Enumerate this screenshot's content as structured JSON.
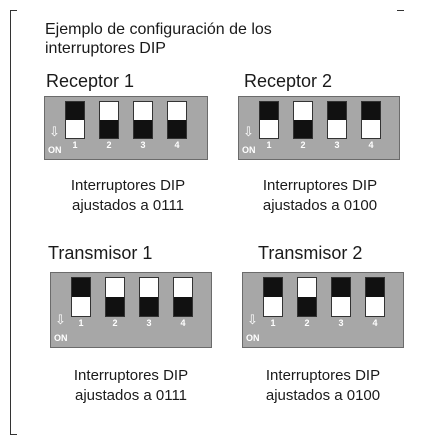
{
  "heading": {
    "line1": "Ejemplo de configuración de los",
    "line2": "interruptores DIP"
  },
  "panels": [
    {
      "title": "Receptor 1",
      "caption_line1": "Interruptores DIP",
      "caption_line2": "ajustados a 0111",
      "switches": [
        "up",
        "down",
        "down",
        "down"
      ],
      "numbers": [
        "1",
        "2",
        "3",
        "4"
      ],
      "on_label": "ON"
    },
    {
      "title": "Receptor 2",
      "caption_line1": "Interruptores DIP",
      "caption_line2": "ajustados a 0100",
      "switches": [
        "up",
        "down",
        "up",
        "up"
      ],
      "numbers": [
        "1",
        "2",
        "3",
        "4"
      ],
      "on_label": "ON"
    },
    {
      "title": "Transmisor 1",
      "caption_line1": "Interruptores DIP",
      "caption_line2": "ajustados a 0111",
      "switches": [
        "up",
        "down",
        "down",
        "down"
      ],
      "numbers": [
        "1",
        "2",
        "3",
        "4"
      ],
      "on_label": "ON"
    },
    {
      "title": "Transmisor 2",
      "caption_line1": "Interruptores DIP",
      "caption_line2": "ajustados a 0100",
      "switches": [
        "up",
        "down",
        "up",
        "up"
      ],
      "numbers": [
        "1",
        "2",
        "3",
        "4"
      ],
      "on_label": "ON"
    }
  ]
}
